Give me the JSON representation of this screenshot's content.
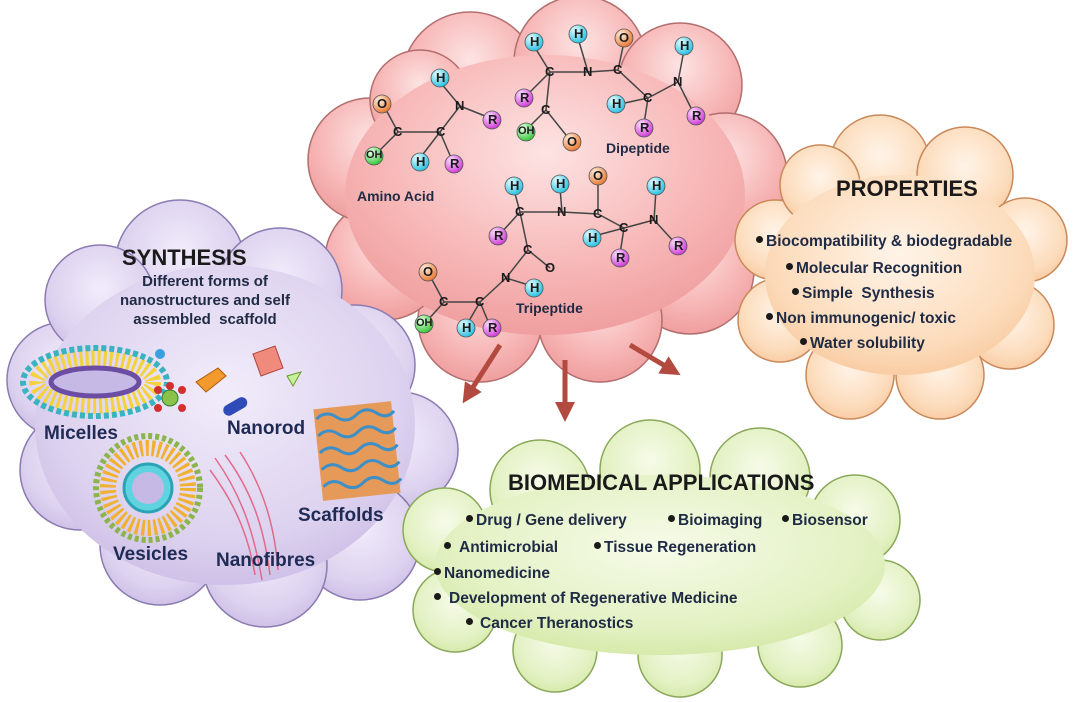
{
  "center": {
    "amino_acid": "Amino Acid",
    "dipeptide": "Dipeptide",
    "tripeptide": "Tripeptide",
    "atoms": {
      "H": "H",
      "N": "N",
      "R": "R",
      "O": "O",
      "C": "C",
      "OH": "OH"
    }
  },
  "properties": {
    "title": "PROPERTIES",
    "items": [
      "Biocompatibility & biodegradable",
      "Molecular Recognition",
      "Simple  Synthesis",
      "Non immunogenic/ toxic",
      "Water solubility"
    ]
  },
  "synthesis": {
    "title": "SYNTHESIS",
    "subtitle": [
      "Different forms of",
      "nanostructures and self",
      "assembled  scaffold"
    ],
    "structures": [
      "Micelles",
      "Nanorod",
      "Vesicles",
      "Nanofibres",
      "Scaffolds"
    ]
  },
  "applications": {
    "title": "BIOMEDICAL APPLICATIONS",
    "items": [
      "Drug / Gene delivery",
      "Bioimaging",
      "Biosensor",
      "Antimicrobial",
      "Tissue Regeneration",
      "Nanomedicine",
      "Development of Regenerative Medicine",
      "Cancer Theranostics"
    ]
  },
  "colors": {
    "peptide_cloud": "#f2a1a1",
    "properties_cloud": "#fbd3ad",
    "synthesis_cloud": "#d8ccec",
    "applications_cloud": "#dcedb4",
    "arrow": "#b34a3f",
    "atom_H": "#44d6f0",
    "atom_R": "#e455e6",
    "atom_O": "#f08c4a",
    "atom_OH": "#55dd55"
  }
}
